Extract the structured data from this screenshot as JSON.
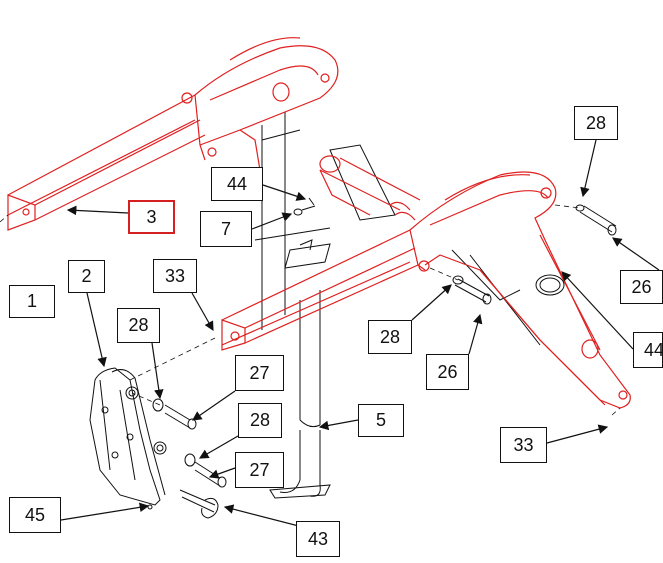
{
  "diagram": {
    "type": "exploded parts diagram",
    "colors": {
      "highlight": "#e02020",
      "line": "#111111",
      "label_highlight_border": "#d42020"
    },
    "callouts": [
      {
        "id": "c1",
        "text": "1"
      },
      {
        "id": "c2",
        "text": "2"
      },
      {
        "id": "c3",
        "text": "3",
        "highlighted": true
      },
      {
        "id": "c5",
        "text": "5"
      },
      {
        "id": "c7",
        "text": "7"
      },
      {
        "id": "c26a",
        "text": "26"
      },
      {
        "id": "c26b",
        "text": "26"
      },
      {
        "id": "c27a",
        "text": "27"
      },
      {
        "id": "c27b",
        "text": "27"
      },
      {
        "id": "c28a",
        "text": "28"
      },
      {
        "id": "c28b",
        "text": "28"
      },
      {
        "id": "c28c",
        "text": "28"
      },
      {
        "id": "c28d",
        "text": "28"
      },
      {
        "id": "c33a",
        "text": "33"
      },
      {
        "id": "c33b",
        "text": "33"
      },
      {
        "id": "c43",
        "text": "43"
      },
      {
        "id": "c44a",
        "text": "44"
      },
      {
        "id": "c44b",
        "text": "44"
      },
      {
        "id": "c45",
        "text": "45"
      }
    ]
  }
}
